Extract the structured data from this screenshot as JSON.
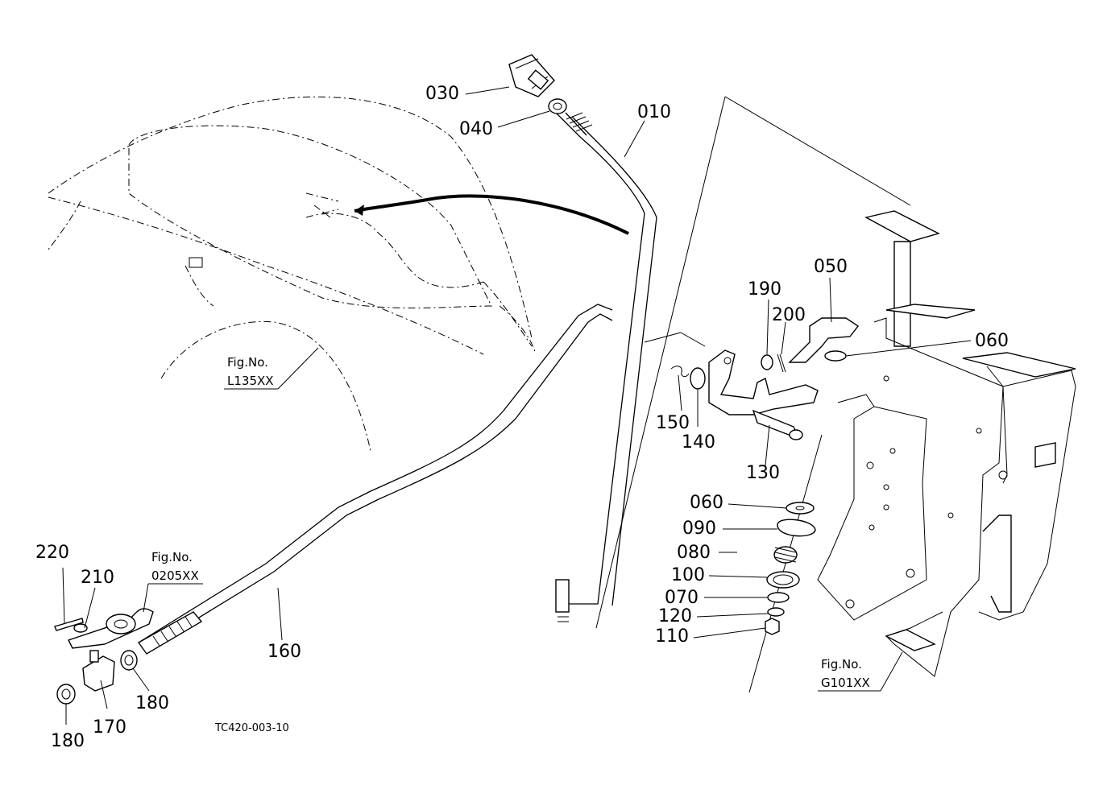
{
  "diagram": {
    "drawing_code": "TC420-003-10",
    "part_labels": {
      "p010": "010",
      "p030": "030",
      "p040": "040",
      "p050": "050",
      "p060a": "060",
      "p060b": "060",
      "p070": "070",
      "p080": "080",
      "p090": "090",
      "p100": "100",
      "p110": "110",
      "p120": "120",
      "p130": "130",
      "p140": "140",
      "p150": "150",
      "p160": "160",
      "p170": "170",
      "p180a": "180",
      "p180b": "180",
      "p190": "190",
      "p200": "200",
      "p210": "210",
      "p220": "220"
    },
    "figure_refs": {
      "l135": {
        "title": "Fig.No.",
        "code": "L135XX"
      },
      "f0205": {
        "title": "Fig.No.",
        "code": "0205XX"
      },
      "g101": {
        "title": "Fig.No.",
        "code": "G101XX"
      }
    }
  }
}
